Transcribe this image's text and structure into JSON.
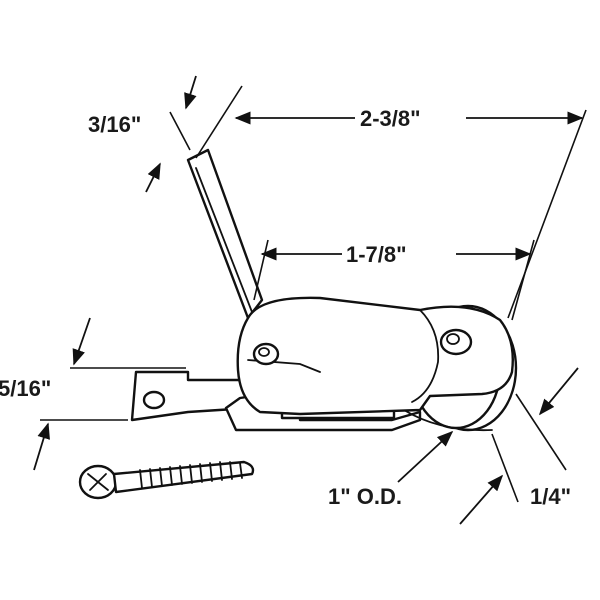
{
  "labels": {
    "tab_thickness": "3/16\"",
    "overall_length": "2-3/8\"",
    "housing_length": "1-7/8\"",
    "tab_width": "5/16\"",
    "wheel_diameter": "1\" O.D.",
    "wheel_width": "1/4\""
  },
  "colors": {
    "ink": "#111111",
    "background": "#ffffff"
  }
}
